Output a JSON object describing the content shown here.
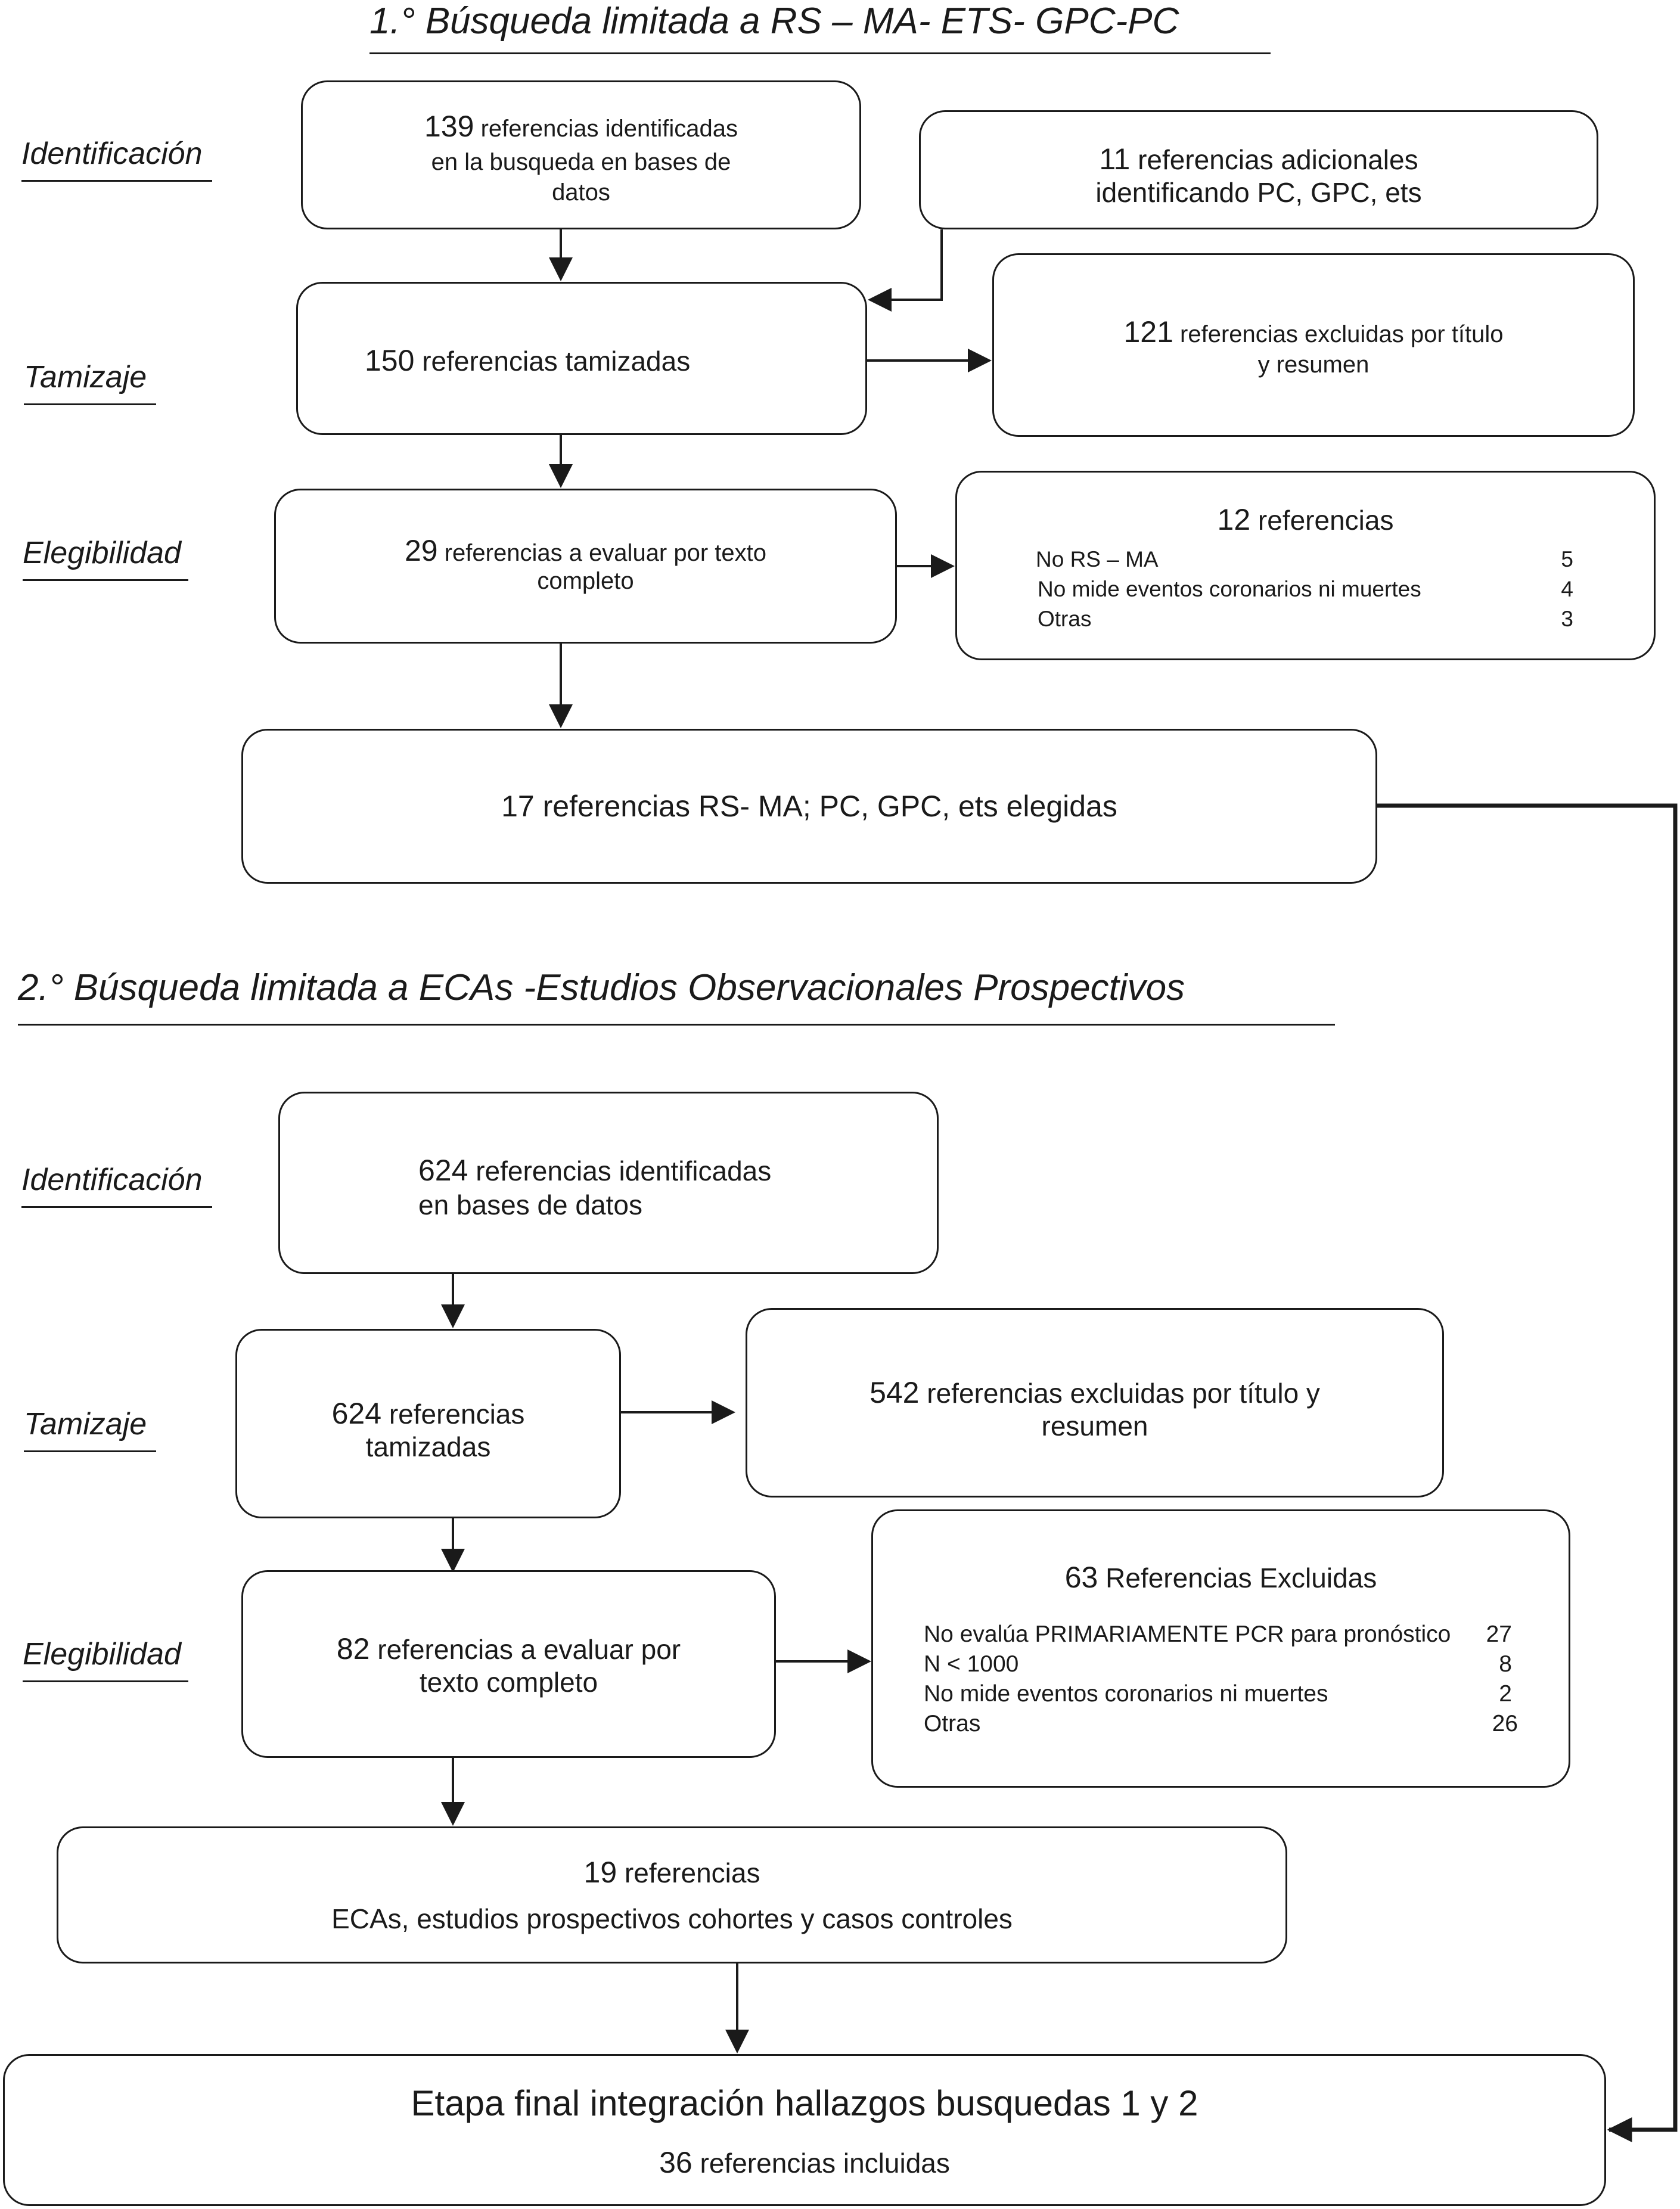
{
  "section1": {
    "heading": "1.° Búsqueda limitada a RS – MA- ETS- GPC-PC",
    "stages": {
      "identification": "Identificación",
      "screening": "Tamizaje",
      "eligibility": "Elegibilidad"
    },
    "identified": {
      "count": "139",
      "line1": "referencias identificadas",
      "line2": "en la  busqueda en bases de",
      "line3": "datos"
    },
    "additional": {
      "count": "11",
      "line1": "referencias adicionales",
      "line2": "identificando PC, GPC, ets"
    },
    "screened": {
      "count": "150",
      "text": "referencias tamizadas"
    },
    "excluded_title": {
      "count": "121",
      "line1": "referencias excluidas por título",
      "line2": "y resumen"
    },
    "fulltext": {
      "count": "29",
      "line1": "referencias a evaluar por texto",
      "line2": "completo"
    },
    "excluded_fulltext": {
      "count": "12",
      "title": "referencias",
      "reasons": [
        {
          "label": "No RS – MA",
          "value": "5"
        },
        {
          "label": "No mide eventos coronarios ni muertes",
          "value": "4"
        },
        {
          "label": "Otras",
          "value": "3"
        }
      ]
    },
    "selected": {
      "text": "17 referencias  RS- MA; PC, GPC, ets elegidas"
    }
  },
  "section2": {
    "heading": "2.° Búsqueda limitada a ECAs -Estudios Observacionales Prospectivos",
    "stages": {
      "identification": "Identificación",
      "screening": "Tamizaje",
      "eligibility": "Elegibilidad"
    },
    "identified": {
      "count": "624",
      "line1": "referencias identificadas",
      "line2": "en bases de datos"
    },
    "screened": {
      "count": "624",
      "line1": "referencias",
      "line2": "tamizadas"
    },
    "excluded_title": {
      "count": "542",
      "line1": "referencias excluidas por título y",
      "line2": "resumen"
    },
    "fulltext": {
      "count": "82",
      "line1": "referencias a evaluar por",
      "line2": "texto completo"
    },
    "excluded_fulltext": {
      "count": "63",
      "title": "Referencias Excluidas",
      "reasons": [
        {
          "label": "No evalúa PRIMARIAMENTE PCR para pronóstico",
          "value": "27"
        },
        {
          "label": "N < 1000",
          "value": "8"
        },
        {
          "label": "No mide eventos coronarios ni muertes",
          "value": "2"
        },
        {
          "label": "Otras",
          "value": "26"
        }
      ]
    },
    "selected": {
      "count": "19",
      "title": "referencias",
      "line2": "ECAs,  estudios prospectivos cohortes y casos controles"
    }
  },
  "final": {
    "title": "Etapa final integración hallazgos busquedas 1 y 2",
    "count": "36",
    "text": "referencias incluidas"
  }
}
